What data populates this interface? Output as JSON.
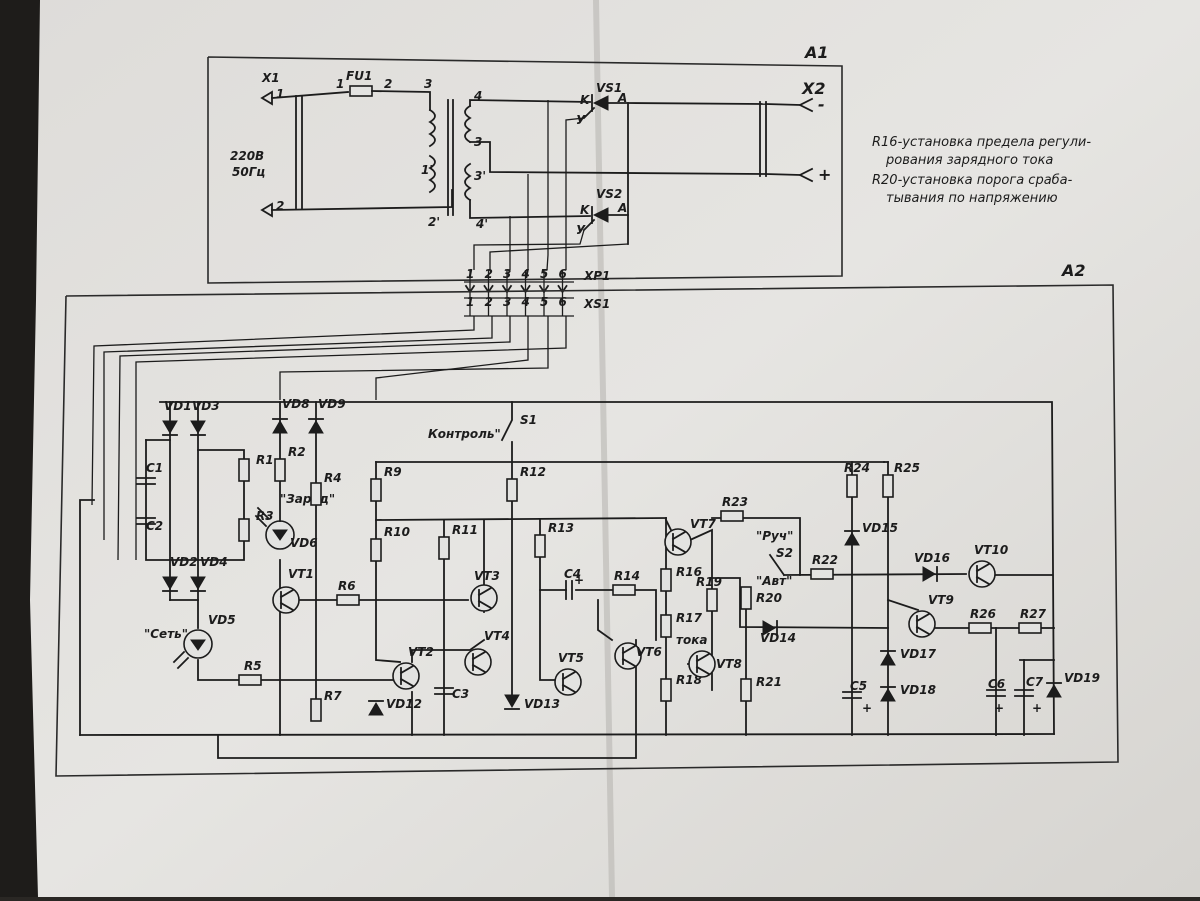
{
  "frames": {
    "a1": "A1",
    "a2": "A2"
  },
  "connectors": {
    "xp1": "XP1",
    "xs1": "XS1",
    "x1": "X1",
    "x2": "X2",
    "x2_minus": "-",
    "x2_plus": "+",
    "pins": [
      "1",
      "2",
      "3",
      "4",
      "5",
      "6"
    ]
  },
  "mains": {
    "voltage": "220B",
    "freq": "50Гц"
  },
  "fuse": "FU1",
  "thyristors": {
    "vs1": "VS1",
    "vs2": "VS2",
    "k": "K",
    "a": "A",
    "u": "У"
  },
  "transformer_pins": {
    "p1": "1",
    "p2": "2",
    "p3": "3",
    "p1b": "1'",
    "p2b": "2'",
    "p4": "4",
    "p3b": "3",
    "p3c": "3'",
    "p4b": "4'"
  },
  "x1_pins": {
    "p1": "1",
    "p2": "2"
  },
  "notes": [
    "R16-установка предела регули-",
    "рования зарядного тока",
    "R20-установка порога сраба-",
    "тывания по напряжению"
  ],
  "switches": {
    "s1": "S1",
    "s1_label": "Контроль\"",
    "s2": "S2",
    "s2_manual": "\"Руч\"",
    "s2_auto": "\"Авт\""
  },
  "indicators": {
    "network": "\"Сеть\"",
    "charge": "\"Заряд\""
  },
  "transistors": [
    "VT1",
    "VT2",
    "VT3",
    "VT4",
    "VT5",
    "VT6",
    "VT7",
    "VT8",
    "VT9",
    "VT10"
  ],
  "diodes": [
    "VD1",
    "VD2",
    "VD3",
    "VD4",
    "VD5",
    "VD6",
    "VD8",
    "VD9",
    "VD12",
    "VD13",
    "VD14",
    "VD15",
    "VD16",
    "VD17",
    "VD18",
    "VD19"
  ],
  "resistors": [
    "R1",
    "R2",
    "R3",
    "R4",
    "R5",
    "R6",
    "R7",
    "R9",
    "R10",
    "R11",
    "R12",
    "R13",
    "R14",
    "R16",
    "R17",
    "R18",
    "R19",
    "R20",
    "R21",
    "R22",
    "R23",
    "R24",
    "R25",
    "R26",
    "R27"
  ],
  "capacitors": [
    "C1",
    "C2",
    "C3",
    "C4",
    "C5",
    "C6",
    "C7"
  ],
  "r17_extra": "тока",
  "polarity": "+"
}
